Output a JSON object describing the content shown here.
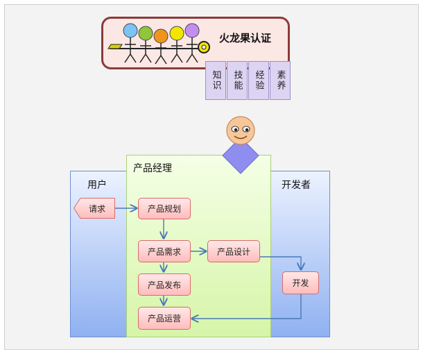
{
  "certification": {
    "title": "火龙果认证",
    "qualities": [
      "知识",
      "技能",
      "经验",
      "素养"
    ]
  },
  "lanes": {
    "user": "用户",
    "product_manager": "产品经理",
    "developer": "开发者"
  },
  "nodes": {
    "request": "请求",
    "product_planning": "产品规划",
    "product_requirements": "产品需求",
    "product_design": "产品设计",
    "product_release": "产品发布",
    "product_operation": "产品运营",
    "development": "开发"
  },
  "colors": {
    "lane_blue": "#8fb1f1",
    "lane_green": "#d6f5a8",
    "box_red": "#ffbcbc",
    "banner_border": "#8c3a3a",
    "connector": "#4a78b8",
    "stick_figures": [
      "#7cc4f2",
      "#8fc63a",
      "#f0941e",
      "#f2e600",
      "#c48ef0"
    ]
  }
}
